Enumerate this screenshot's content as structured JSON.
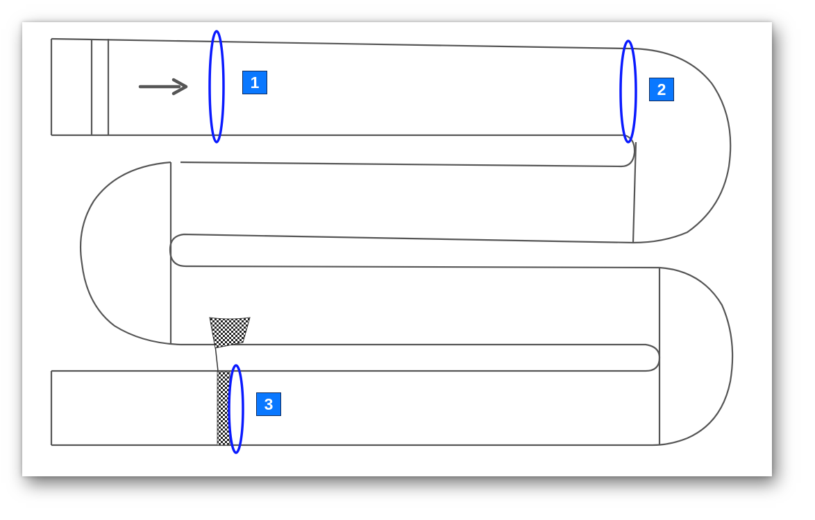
{
  "diagram": {
    "colors": {
      "track_line": "#555555",
      "checkpoint": "#0a1aff",
      "marker_bg": "#0a78ff",
      "arrow": "#555555"
    },
    "direction_arrow": "arrow-right-icon",
    "start_line": "start-stripes",
    "finish": {
      "flag": "checkered-flag-icon",
      "line": "checkered-finish-line"
    },
    "checkpoints": [
      {
        "label": "1"
      },
      {
        "label": "2"
      },
      {
        "label": "3"
      }
    ]
  }
}
